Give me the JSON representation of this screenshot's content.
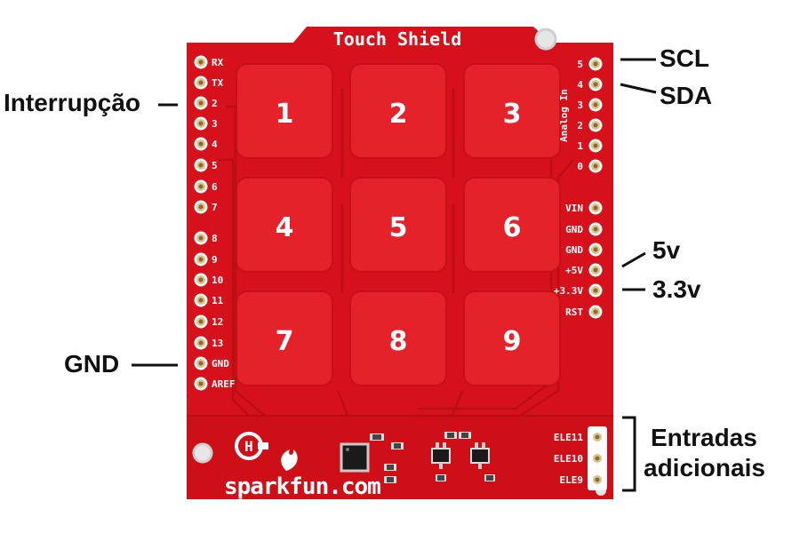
{
  "board": {
    "title": "Touch Shield",
    "brand": "sparkfun.com",
    "colors": {
      "pcb": "#d7111b",
      "pcb_dark": "#b80d15",
      "pad": "#e52129",
      "silk": "#ffffff",
      "gold": "#d9c38a"
    }
  },
  "left_pins": [
    "RX",
    "TX",
    "2",
    "3",
    "4",
    "5",
    "6",
    "7",
    "8",
    "9",
    "10",
    "11",
    "12",
    "13",
    "GND",
    "AREF"
  ],
  "right_analog_pins": [
    "5",
    "4",
    "3",
    "2",
    "1",
    "0"
  ],
  "analog_label": "Analog In",
  "right_power_pins": [
    "VIN",
    "GND",
    "GND",
    "+5V",
    "+3.3V",
    "RST"
  ],
  "ele_pins": [
    "ELE11",
    "ELE10",
    "ELE9"
  ],
  "pads": [
    "1",
    "2",
    "3",
    "4",
    "5",
    "6",
    "7",
    "8",
    "9"
  ],
  "annotations": {
    "interrupt": "Interrupção",
    "gnd": "GND",
    "scl": "SCL",
    "sda": "SDA",
    "v5": "5v",
    "v33": "3.3v",
    "extra_line1": "Entradas",
    "extra_line2": "adicionais"
  }
}
